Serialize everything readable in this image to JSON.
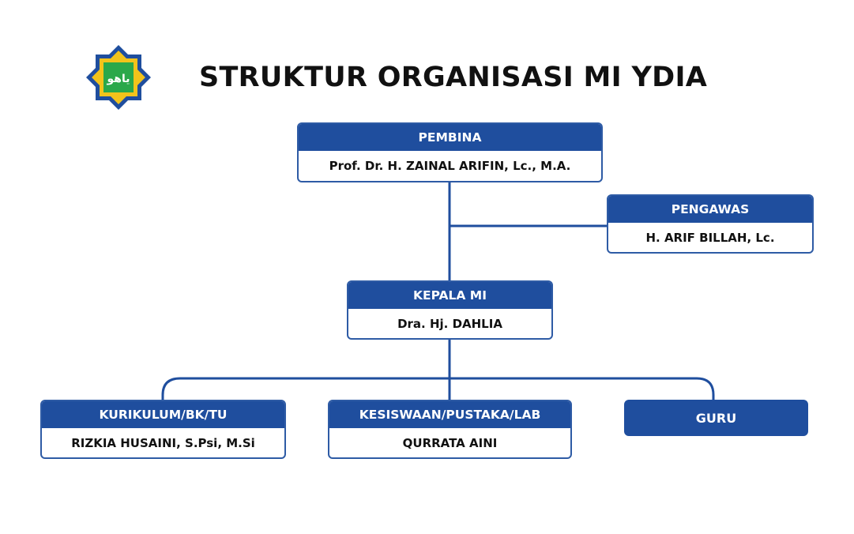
{
  "logo": {
    "text": "ياهو",
    "colors": {
      "star": "#1f4e9e",
      "ring": "#f2c31b",
      "center": "#2aa84a"
    }
  },
  "title": "STRUKTUR ORGANISASI MI YDIA",
  "colors": {
    "header_bg": "#1f4e9e",
    "border": "#2e5ba5",
    "connector": "#1f4e9e"
  },
  "nodes": {
    "pembina": {
      "role": "PEMBINA",
      "name": "Prof. Dr. H. ZAINAL ARIFIN, Lc., M.A."
    },
    "pengawas": {
      "role": "PENGAWAS",
      "name": "H. ARIF BILLAH, Lc."
    },
    "kepala": {
      "role": "KEPALA MI",
      "name": "Dra. Hj. DAHLIA"
    },
    "kurikulum": {
      "role": "KURIKULUM/BK/TU",
      "name": "RIZKIA HUSAINI, S.Psi, M.Si"
    },
    "kesiswaan": {
      "role": "KESISWAAN/PUSTAKA/LAB",
      "name": "QURRATA AINI"
    },
    "guru": {
      "role": "GURU"
    }
  }
}
